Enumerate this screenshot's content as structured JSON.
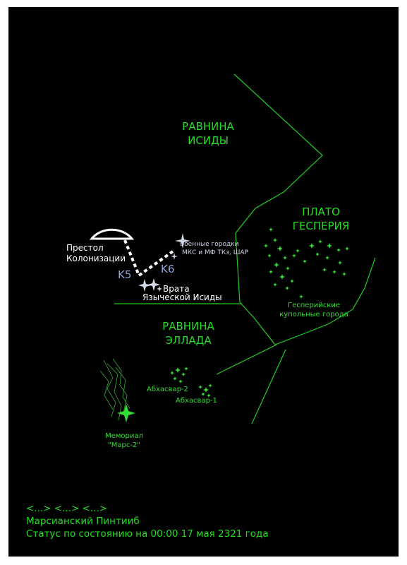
{
  "regions": {
    "isida_line1": "РАВНИНА",
    "isida_line2": "ИСИДЫ",
    "hesperia_line1": "ПЛАТО",
    "hesperia_line2": "ГЕСПЕРИЯ",
    "hellas_line1": "РАВНИНА",
    "hellas_line2": "ЭЛЛАДА"
  },
  "places": {
    "throne_line1": "Престол",
    "throne_line2": "Колонизации",
    "k5": "K5",
    "k6": "K6",
    "military_line1": "Военные городки",
    "military_line2": "МКС и МФ ТКз, ШАР",
    "gate_line1": "Врата",
    "gate_line2": "Языческой Исиды",
    "hesperian_line1": "Гесперийские",
    "hesperian_line2": "купольные города",
    "abkhasvar2": "Абхасвар-2",
    "abkhasvar1": "Абхасвар-1",
    "memorial_line1": "Мемориал",
    "memorial_line2": "\"Марс-2\""
  },
  "footer": {
    "line1": "<...> <...> <...>",
    "line2": "Марсианский Пинтииб",
    "line3": "Статус по состоянию на 00:00 17 мая 2321 года"
  },
  "colors": {
    "background": "#000000",
    "border": "#22cc22",
    "accent": "#22dd22",
    "route": "#ffffff"
  }
}
